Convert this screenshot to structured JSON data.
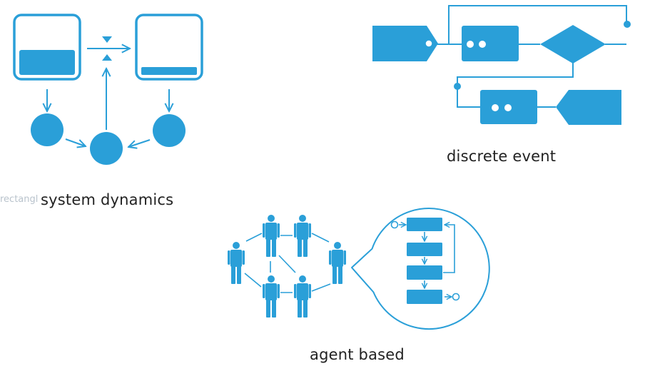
{
  "colors": {
    "accent": "#2a9fd8",
    "text": "#222222",
    "faint_text": "#b9c3cc",
    "background": "#ffffff"
  },
  "labels": {
    "system_dynamics": "system dynamics",
    "discrete_event": "discrete event",
    "agent_based": "agent based"
  },
  "faint_text": "rectangl"
}
